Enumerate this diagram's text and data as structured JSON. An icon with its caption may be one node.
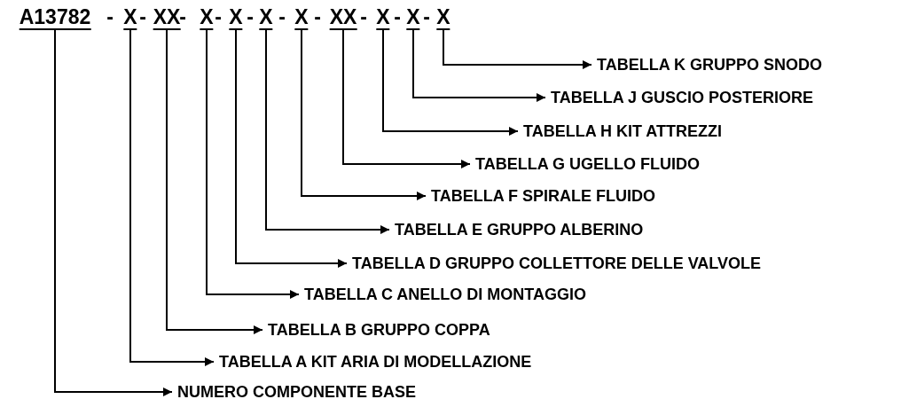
{
  "diagram": {
    "nodes": [
      {
        "text": [
          "A13782"
        ]
      },
      {
        "text": [
          "X"
        ]
      },
      {
        "text": [
          "XX"
        ]
      },
      {
        "text": [
          "X"
        ]
      },
      {
        "text": [
          "X"
        ]
      },
      {
        "text": [
          "X"
        ]
      },
      {
        "text": [
          "X"
        ]
      },
      {
        "text": [
          "XX"
        ]
      },
      {
        "text": [
          "X"
        ]
      },
      {
        "text": [
          "X"
        ]
      },
      {
        "text": [
          "X"
        ]
      },
      {
        "text": [
          "TABELLA K GRUPPO SNODO"
        ]
      },
      {
        "text": [
          "TABELLA J GUSCIO POSTERIORE"
        ]
      },
      {
        "text": [
          "TABELLA H KIT ATTREZZI"
        ]
      },
      {
        "text": [
          "TABELLA G UGELLO FLUIDO"
        ]
      },
      {
        "text": [
          "TABELLA F SPIRALE FLUIDO"
        ]
      },
      {
        "text": [
          "TABELLA E GRUPPO ALBERINO"
        ]
      },
      {
        "text": [
          "TABELLA D GRUPPO COLLETTORE DELLE VALVOLE"
        ]
      },
      {
        "text": [
          "TABELLA C ANELLO DI MONTAGGIO"
        ]
      },
      {
        "text": [
          "TABELLA B GRUPPO COPPA"
        ]
      },
      {
        "text": [
          "TABELLA A KIT ARIA DI MODELLAZIONE"
        ]
      },
      {
        "text": [
          "NUMERO COMPONENTE BASE"
        ]
      }
    ],
    "edges": [
      {
        "from": 10,
        "to": 11,
        "arrow": "to"
      },
      {
        "from": 9,
        "to": 12,
        "arrow": "to"
      },
      {
        "from": 8,
        "to": 13,
        "arrow": "to"
      },
      {
        "from": 7,
        "to": 14,
        "arrow": "to"
      },
      {
        "from": 6,
        "to": 15,
        "arrow": "to"
      },
      {
        "from": 5,
        "to": 16,
        "arrow": "to"
      },
      {
        "from": 4,
        "to": 17,
        "arrow": "to"
      },
      {
        "from": 3,
        "to": 18,
        "arrow": "to"
      },
      {
        "from": 2,
        "to": 19,
        "arrow": "to"
      },
      {
        "from": 1,
        "to": 20,
        "arrow": "to"
      },
      {
        "from": 0,
        "to": 21,
        "arrow": "to"
      }
    ],
    "labels": [
      "-",
      "-",
      "-",
      "-",
      "-",
      "-",
      "-",
      "-",
      "-",
      "-"
    ]
  }
}
